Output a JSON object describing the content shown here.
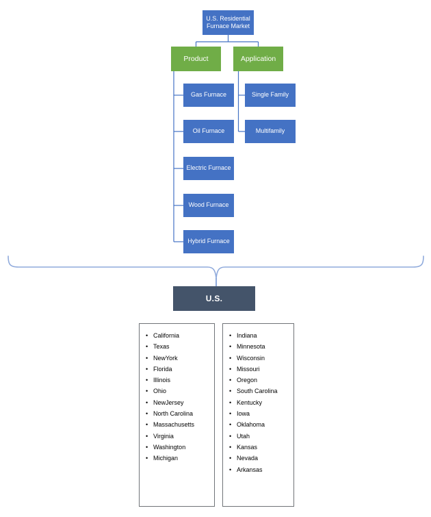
{
  "diagram": {
    "root": {
      "label": "U.S. Residential Furnace Market"
    },
    "branches": [
      {
        "label": "Product",
        "children": [
          "Gas Furnace",
          "Oil Furnace",
          "Electric Furnace",
          "Wood Furnace",
          "Hybrid Furnace"
        ]
      },
      {
        "label": "Application",
        "children": [
          "Single Family",
          "Multifamily"
        ]
      }
    ]
  },
  "region": {
    "label": "U.S.",
    "state_columns": [
      [
        "California",
        "Texas",
        "NewYork",
        "Florida",
        "Illinois",
        "Ohio",
        "NewJersey",
        "North Carolina",
        "Massachusetts",
        "Virginia",
        "Washington",
        "Michigan"
      ],
      [
        "Indiana",
        "Minnesota",
        "Wisconsin",
        "Missouri",
        "Oregon",
        "South Carolina",
        "Kentucky",
        "Iowa",
        "Oklahoma",
        "Utah",
        "Kansas",
        "Nevada",
        "Arkansas"
      ]
    ]
  },
  "icons": {
    "bullet": "•"
  },
  "colors": {
    "node_blue": "#4472c4",
    "branch_green": "#70ad47",
    "region_dark": "#44546a",
    "connector_blue": "#4472c4",
    "brace_light_blue": "#8faadc",
    "list_border_gray": "#6f7377"
  }
}
